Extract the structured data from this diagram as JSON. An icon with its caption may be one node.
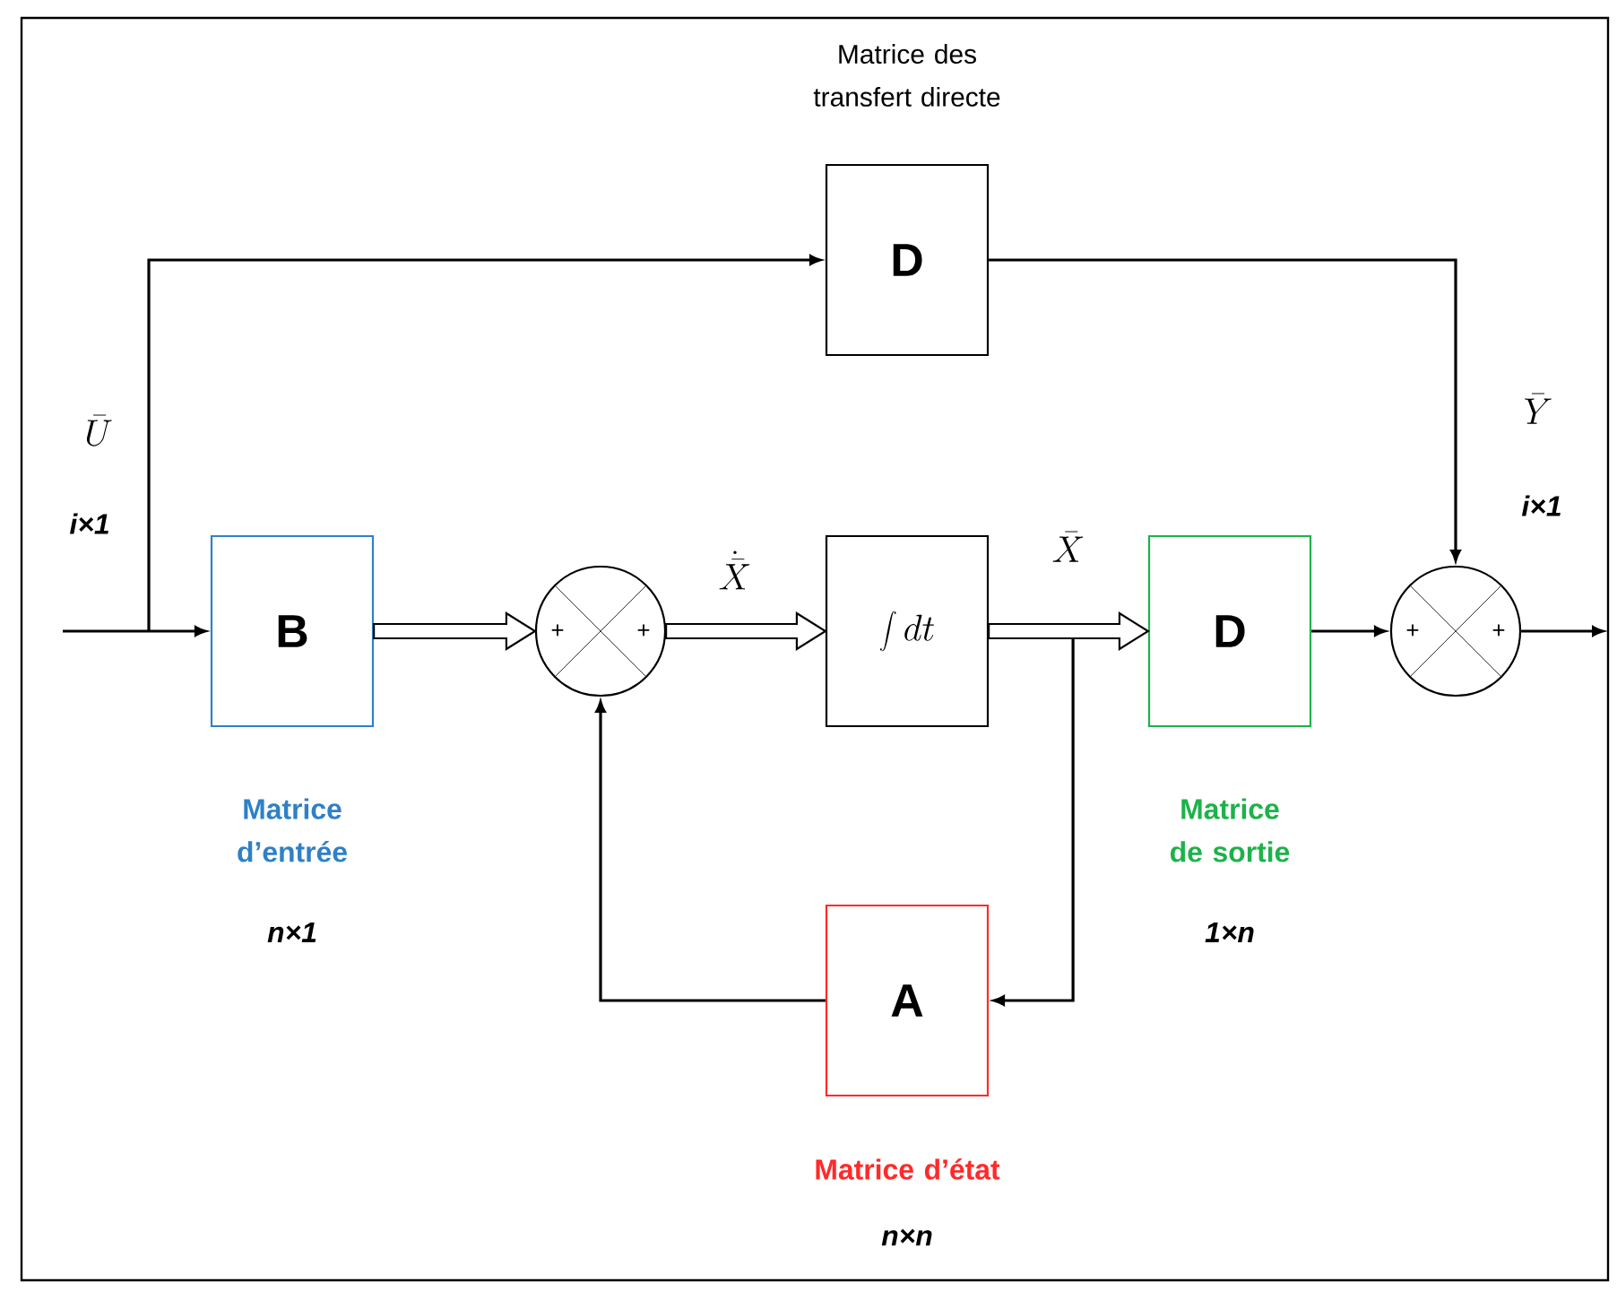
{
  "diagram": {
    "nodes": [
      {
        "text": [
          "D"
        ],
        "beside": [
          "Matrice des transfert directe"
        ]
      },
      {
        "text": [
          "B"
        ],
        "beside": [
          "Matrice d’entrée",
          "n×1"
        ]
      },
      {
        "text": [
          "+",
          "+"
        ]
      },
      {
        "text": [
          "\\int dt"
        ]
      },
      {
        "text": [
          "D"
        ],
        "beside": [
          "Matrice de sortie",
          "1×n"
        ]
      },
      {
        "text": [
          "+",
          "+"
        ]
      },
      {
        "text": [
          "A"
        ],
        "beside": [
          "Matrice d’état",
          "n×n"
        ]
      }
    ],
    "edges": [
      {
        "from": null,
        "to": 1,
        "arrow": "to"
      },
      {
        "from": null,
        "to": 0,
        "arrow": "to"
      },
      {
        "from": 1,
        "to": 2,
        "arrow": "to",
        "style": "thick"
      },
      {
        "from": 2,
        "to": 3,
        "arrow": "to",
        "style": "thick",
        "label": "\\dot{\\bar{X}}"
      },
      {
        "from": 3,
        "to": 4,
        "arrow": "to",
        "style": "thick",
        "label": "\\bar{X}"
      },
      {
        "from": 4,
        "to": 5,
        "arrow": "to"
      },
      {
        "from": 5,
        "to": null,
        "arrow": "to"
      },
      {
        "from": 0,
        "to": 5,
        "arrow": "to"
      },
      {
        "from": 3,
        "to": 6,
        "arrow": "to"
      },
      {
        "from": 6,
        "to": 2,
        "arrow": "to"
      }
    ],
    "labels": [
      "\\bar{U}",
      "i×1",
      "\\bar{Y}",
      "i×1"
    ]
  }
}
